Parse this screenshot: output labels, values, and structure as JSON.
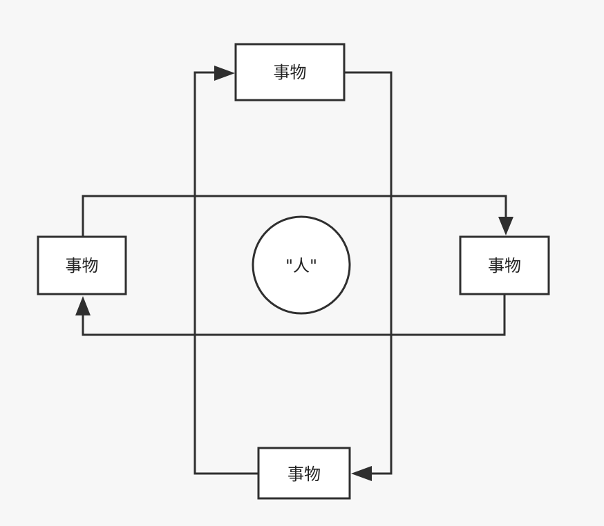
{
  "diagram": {
    "center": {
      "label": "\"人\""
    },
    "nodes": {
      "top": {
        "label": "事物"
      },
      "left": {
        "label": "事物"
      },
      "right": {
        "label": "事物"
      },
      "bottom": {
        "label": "事物"
      }
    },
    "colors": {
      "background": "#f7f7f7",
      "stroke": "#2f2f2f",
      "fill": "#ffffff",
      "text": "#222222"
    }
  }
}
